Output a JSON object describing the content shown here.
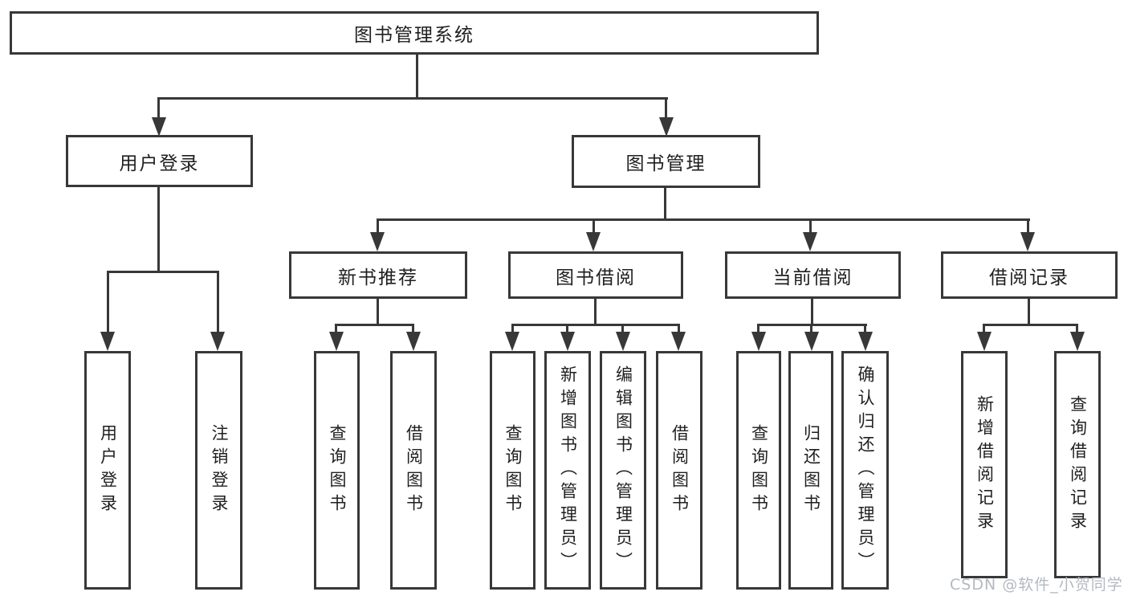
{
  "diagram": {
    "title_node": {
      "label": "图书管理系统"
    },
    "level2": {
      "user_login": {
        "label": "用户登录"
      },
      "book_mgmt": {
        "label": "图书管理"
      }
    },
    "level3": {
      "new_book_rec": {
        "label": "新书推荐"
      },
      "book_borrow": {
        "label": "图书借阅"
      },
      "current_borrow": {
        "label": "当前借阅"
      },
      "borrow_records": {
        "label": "借阅记录"
      }
    },
    "leaves": [
      {
        "label": "用户登录",
        "parent": "用户登录"
      },
      {
        "label": "注销登录",
        "parent": "用户登录"
      },
      {
        "label": "查询图书",
        "parent": "新书推荐"
      },
      {
        "label": "借阅图书",
        "parent": "新书推荐"
      },
      {
        "label": "查询图书",
        "parent": "图书借阅"
      },
      {
        "label": "新增图书（管理员）",
        "parent": "图书借阅"
      },
      {
        "label": "编辑图书（管理员）",
        "parent": "图书借阅"
      },
      {
        "label": "借阅图书",
        "parent": "图书借阅"
      },
      {
        "label": "查询图书",
        "parent": "当前借阅"
      },
      {
        "label": "归还图书",
        "parent": "当前借阅"
      },
      {
        "label": "确认归还（管理员）",
        "parent": "当前借阅"
      },
      {
        "label": "新增借阅记录",
        "parent": "借阅记录"
      },
      {
        "label": "查询借阅记录",
        "parent": "借阅记录"
      }
    ]
  },
  "watermark": {
    "text": "CSDN @软件_小贺同学"
  },
  "colors": {
    "line": "#383838",
    "text": "#1f1f1f",
    "watermark": "#b4b9c1",
    "background": "#ffffff"
  }
}
